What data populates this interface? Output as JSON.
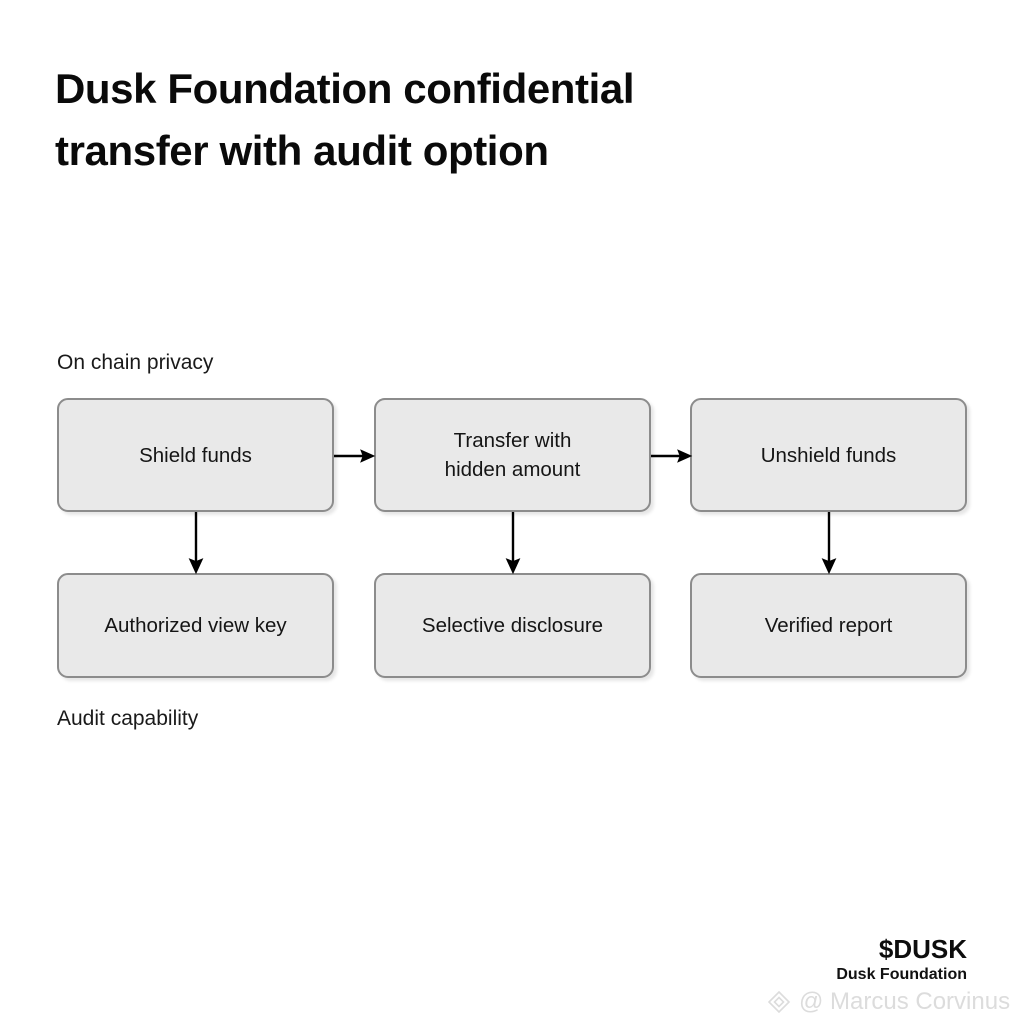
{
  "title": "Dusk Foundation confidential\ntransfer with audit option",
  "labels": {
    "privacy": "On chain privacy",
    "audit": "Audit capability"
  },
  "flow": {
    "row_privacy": [
      {
        "id": "shield-funds",
        "text": "Shield funds"
      },
      {
        "id": "transfer-hidden-amount",
        "text": "Transfer with\nhidden amount"
      },
      {
        "id": "unshield-funds",
        "text": "Unshield funds"
      }
    ],
    "row_audit": [
      {
        "id": "authorized-view-key",
        "text": "Authorized view key"
      },
      {
        "id": "selective-disclosure",
        "text": "Selective disclosure"
      },
      {
        "id": "verified-report",
        "text": "Verified report"
      }
    ],
    "connections": [
      {
        "from": "shield-funds",
        "to": "transfer-hidden-amount",
        "direction": "right"
      },
      {
        "from": "transfer-hidden-amount",
        "to": "unshield-funds",
        "direction": "right"
      },
      {
        "from": "shield-funds",
        "to": "authorized-view-key",
        "direction": "down"
      },
      {
        "from": "transfer-hidden-amount",
        "to": "selective-disclosure",
        "direction": "down"
      },
      {
        "from": "unshield-funds",
        "to": "verified-report",
        "direction": "down"
      }
    ]
  },
  "footer": {
    "ticker": "$DUSK",
    "organization": "Dusk Foundation"
  },
  "watermark": {
    "handle": "@ Marcus Corvinus",
    "mark": "diamond-logo-icon"
  },
  "colors": {
    "background": "#ffffff",
    "node_fill": "#e9e9e9",
    "node_border": "#8c8c8c",
    "text": "#111111",
    "arrow": "#000000",
    "watermark": "#dcdcdc"
  }
}
